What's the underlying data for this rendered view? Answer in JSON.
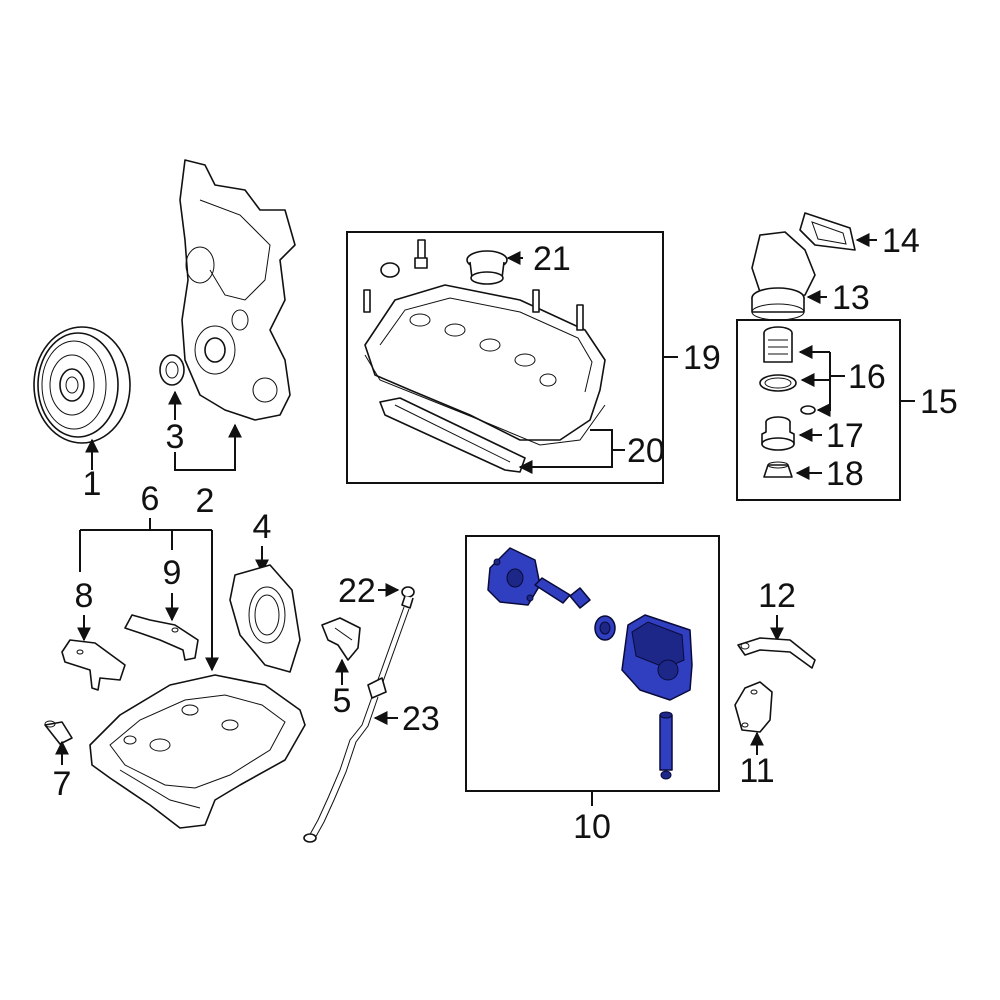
{
  "callouts": {
    "c1": "1",
    "c2": "2",
    "c3": "3",
    "c4": "4",
    "c5": "5",
    "c6": "6",
    "c7": "7",
    "c8": "8",
    "c9": "9",
    "c10": "10",
    "c11": "11",
    "c12": "12",
    "c13": "13",
    "c14": "14",
    "c15": "15",
    "c16": "16",
    "c17": "17",
    "c18": "18",
    "c19": "19",
    "c20": "20",
    "c21": "21",
    "c22": "22",
    "c23": "23"
  },
  "colors": {
    "highlight": "#2f3fbf",
    "line": "#111111",
    "background": "#ffffff"
  },
  "highlighted_part": "10"
}
